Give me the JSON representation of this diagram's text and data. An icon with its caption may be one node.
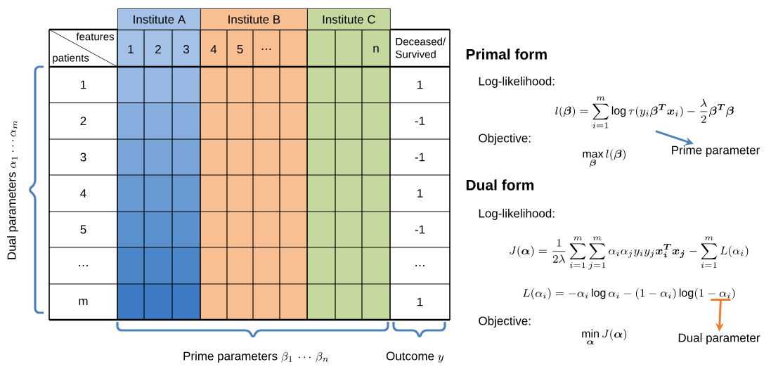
{
  "diagram": {
    "nodes": [
      {
        "text": [
          "Prime parameter"
        ]
      },
      {
        "text": [
          "Dual parameter"
        ]
      },
      {
        "text": [
          "l(\\boldsymbol{\\beta}) = \\sum_{i=1}^{m} \\log\\tau(y_i\\boldsymbol{\\beta}^{\\boldsymbol{T}}\\boldsymbol{x}_i) - \\frac{\\lambda}{2}\\boldsymbol{\\beta}^{\\boldsymbol{T}}\\boldsymbol{\\beta}"
        ]
      },
      {
        "text": [
          "L(\\alpha_i) = -\\alpha_i\\log\\alpha_i - (1-\\alpha_i)\\log(1-\\alpha_i)"
        ]
      }
    ],
    "edges": [
      {
        "from": 2,
        "to": 0,
        "arrow": "to",
        "color": "#4f81bd"
      },
      {
        "from": 3,
        "to": 1,
        "arrow": "to",
        "color": "#ed7d31"
      }
    ],
    "labels": [
      "Institute A",
      "Institute B",
      "Institute C",
      "features",
      "patients",
      "1",
      "2",
      "3",
      "4",
      "5",
      "…",
      "n",
      "Deceased/ Survived",
      "1",
      "1",
      "2",
      "-1",
      "3",
      "-1",
      "4",
      "1",
      "5",
      "-1",
      "…",
      "…",
      "m",
      "1",
      "Dual parameters",
      "\\alpha_1 \\cdots \\alpha_m",
      "Prime parameters",
      "\\beta_1 \\,\\cdots\\, \\beta_n",
      "Outcome",
      "y",
      "Primal form",
      "Log-likelihood:",
      "Objective:",
      "\\max_{\\boldsymbol{\\beta}} l(\\boldsymbol{\\beta})",
      "Dual form",
      "Log-likelihood:",
      "J(\\boldsymbol{\\alpha}) = \\frac{1}{2\\lambda}\\sum_{i=1}^{m}\\sum_{j=1}^{m}\\alpha_i\\alpha_j y_i y_j \\boldsymbol{x}_{\\boldsymbol{i}}^{\\boldsymbol{T}}\\boldsymbol{x}_{\\boldsymbol{j}} - \\sum_{i=1}^{m} L(\\alpha_i)",
      "Objective:",
      "\\min_{\\boldsymbol{\\alpha}} J(\\boldsymbol{\\alpha})"
    ]
  }
}
